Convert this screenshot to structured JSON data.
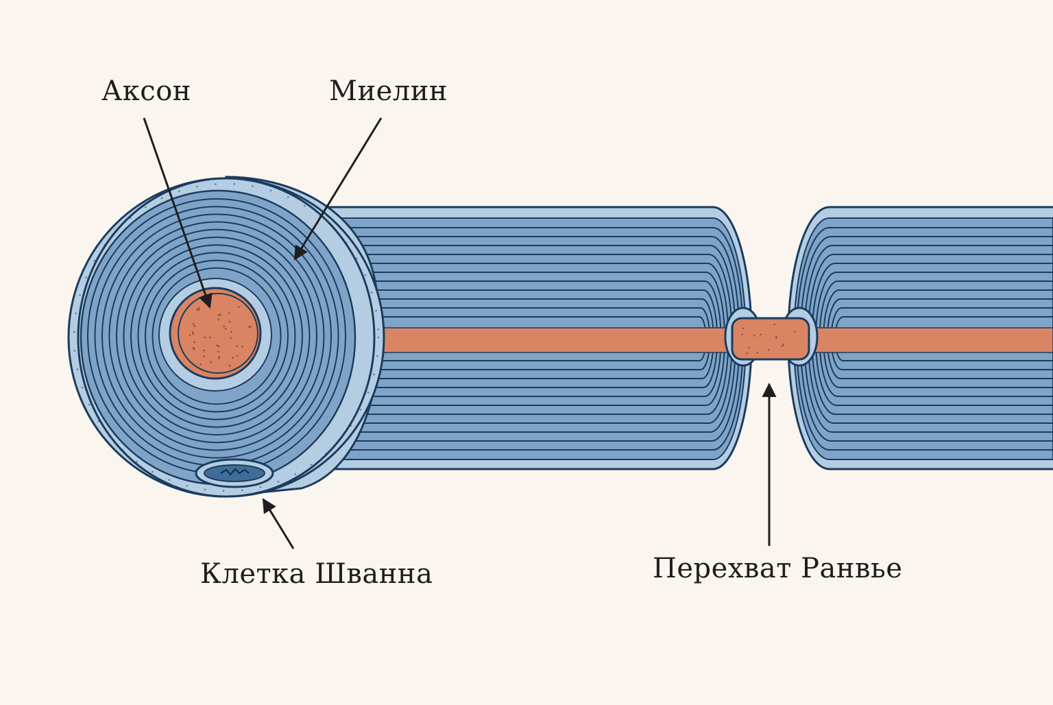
{
  "labels": {
    "axon": "Аксон",
    "myelin": "Миелин",
    "schwann_cell": "Клетка Шванна",
    "node_of_ranvier": "Перехват Ранвье"
  },
  "colors": {
    "background": "#faf5ef",
    "myelin_fill": "#7fa4c8",
    "myelin_light": "#b5cde2",
    "outline": "#1b3c5e",
    "axon": "#d98463",
    "axon_speckle": "#a5503a",
    "arrow": "#1e1e1e"
  }
}
